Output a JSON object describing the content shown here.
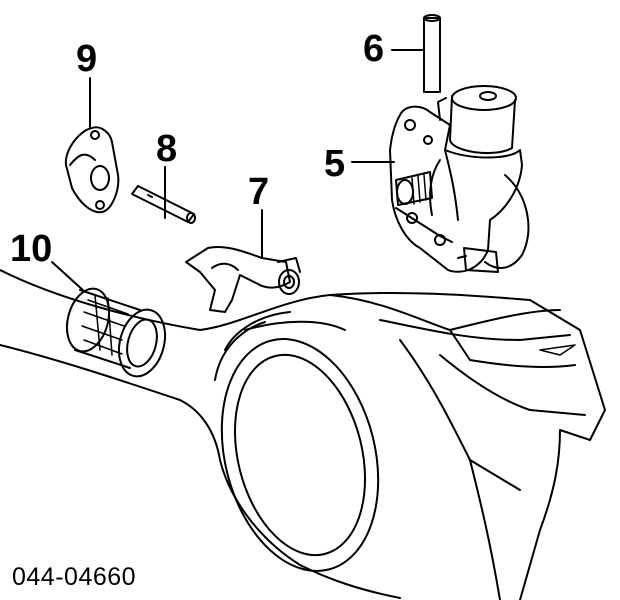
{
  "diagram": {
    "callouts": [
      {
        "id": "5",
        "label": "5"
      },
      {
        "id": "6",
        "label": "6"
      },
      {
        "id": "7",
        "label": "7"
      },
      {
        "id": "8",
        "label": "8"
      },
      {
        "id": "9",
        "label": "9"
      },
      {
        "id": "10",
        "label": "10"
      }
    ],
    "part_number": "044-04660",
    "line_color": "#000000",
    "background": "#ffffff"
  }
}
